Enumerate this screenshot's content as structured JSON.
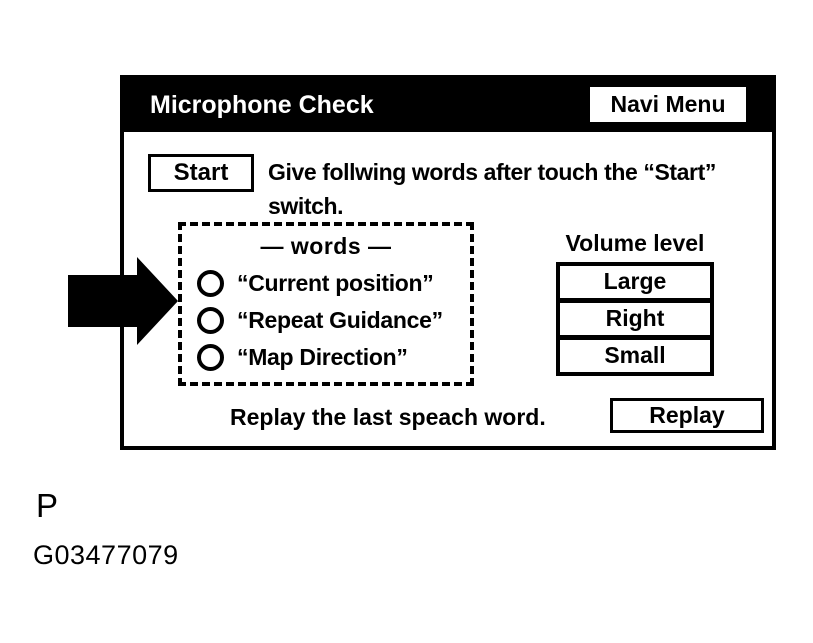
{
  "colors": {
    "foreground": "#000000",
    "background": "#ffffff",
    "title_bar_bg": "#000000",
    "title_bar_text": "#ffffff"
  },
  "figure": {
    "letter": "P",
    "code": "G03477079"
  },
  "screen": {
    "title": "Microphone Check",
    "navi_menu_label": "Navi Menu",
    "start_label": "Start",
    "instruction_line1": "Give follwing words after touch the “Start”",
    "instruction_line2": "switch.",
    "words_box": {
      "title": "— words —",
      "items": [
        "“Current position”",
        "“Repeat Guidance”",
        "“Map Direction”"
      ]
    },
    "volume": {
      "label": "Volume level",
      "levels": [
        "Large",
        "Right",
        "Small"
      ]
    },
    "replay_caption": "Replay the last speach word.",
    "replay_label": "Replay"
  },
  "icons": {
    "callout_arrow": "black-right-arrow",
    "word_option_marker": "hollow-circle"
  }
}
